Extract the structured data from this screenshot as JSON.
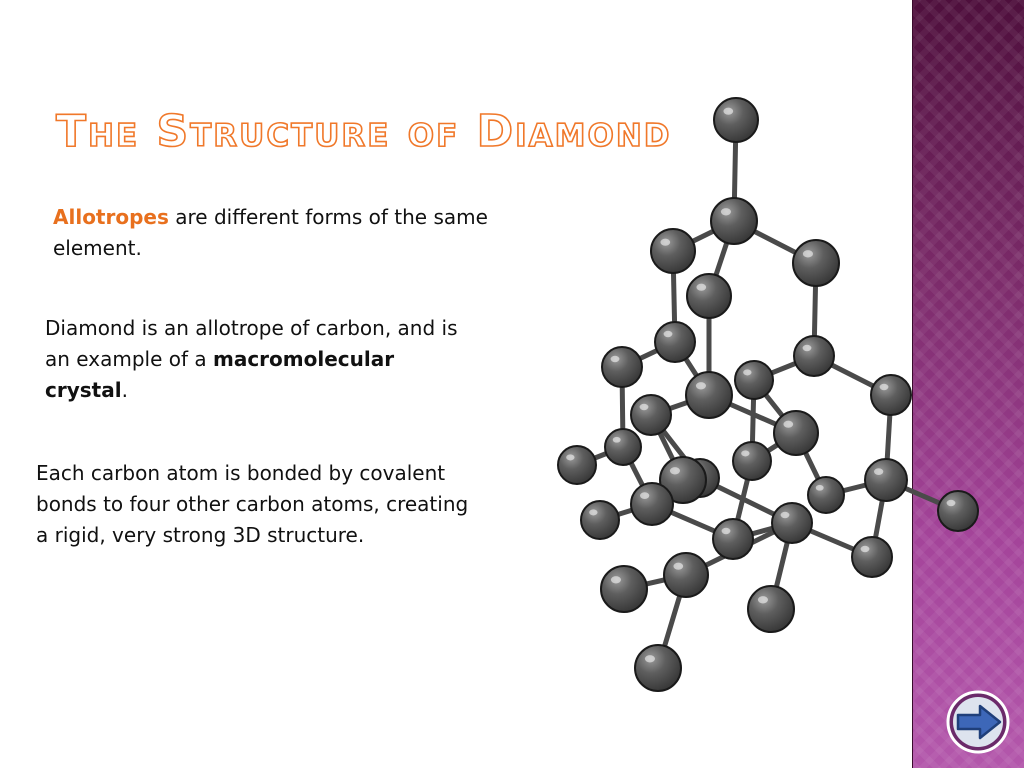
{
  "slide": {
    "title": "The Structure of Diamond",
    "p1": {
      "term": "Allotropes",
      "rest": " are different forms of the same element."
    },
    "p2": {
      "before": "Diamond is an allotrope of carbon, and is an example of a ",
      "term": "macromolecular crystal",
      "after": "."
    },
    "p3": {
      "text": "Each carbon atom is bonded  by covalent bonds to four other carbon atoms, creating a rigid, very strong 3D structure."
    }
  },
  "colors": {
    "accent": "#e8701e",
    "atom": "#5a5a5a",
    "bond": "#4a4a4a",
    "band_top": "#4e0f3c",
    "band_bottom": "#b357ab"
  },
  "icons": {
    "next": "next-arrow-icon"
  }
}
